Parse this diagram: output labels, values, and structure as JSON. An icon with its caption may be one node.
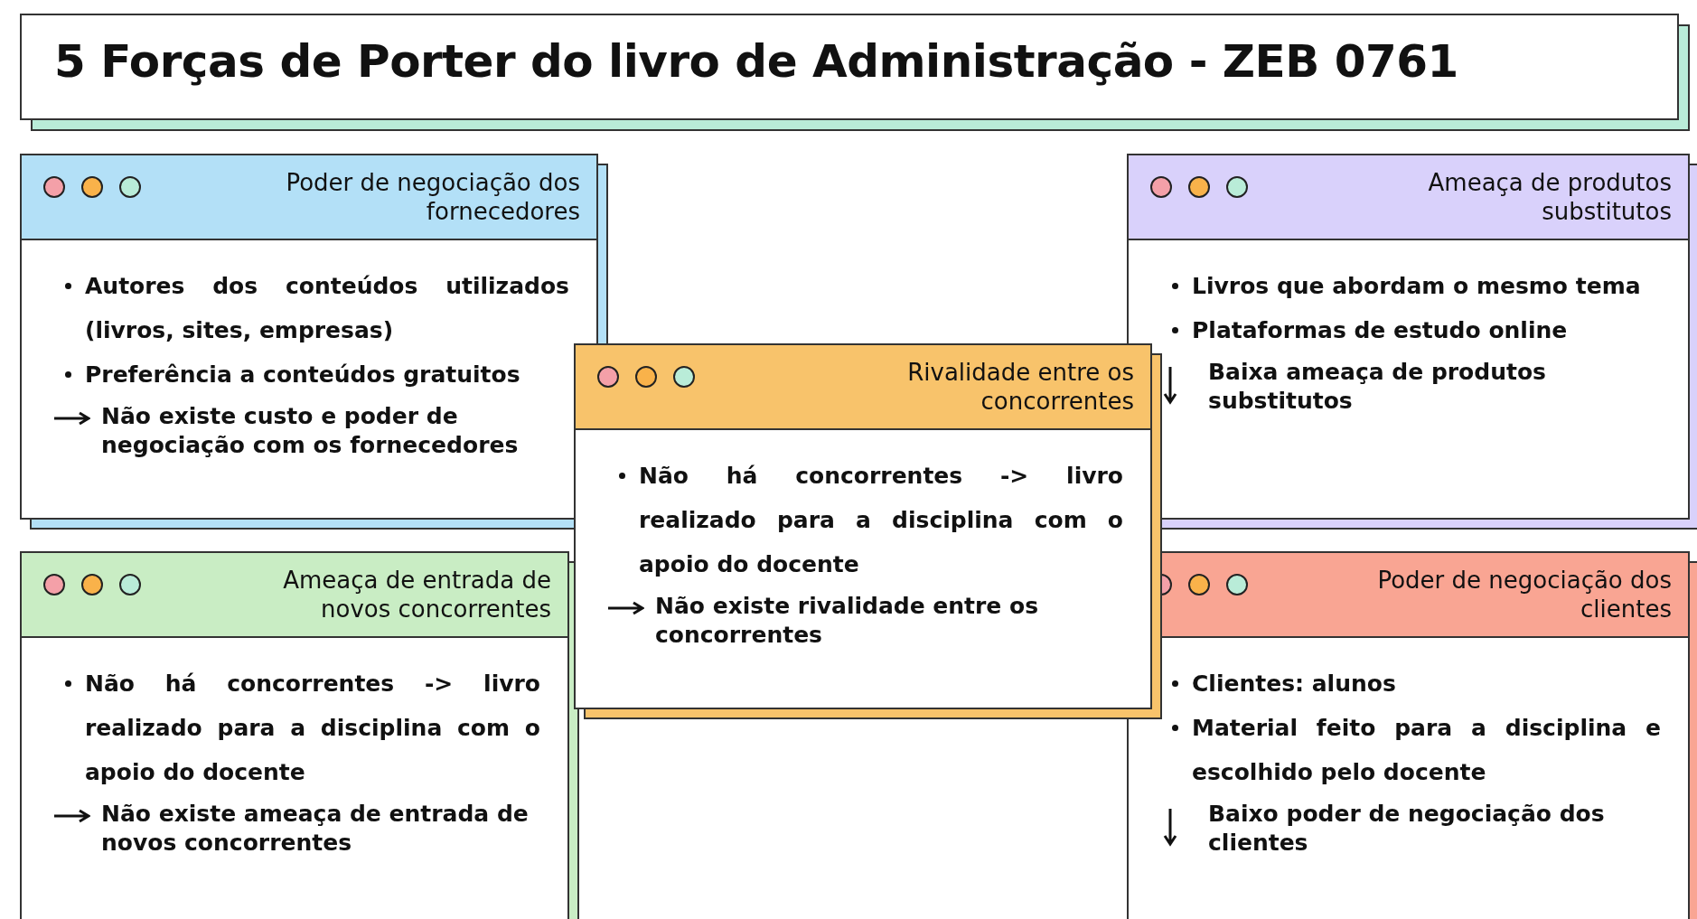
{
  "diagram": {
    "title": "5 Forças de Porter do livro de Administração - ZEB 0761",
    "nodes": [
      {
        "text": [
          "Poder de negociação dos fornecedores",
          "Autores dos conteúdos utilizados (livros, sites, empresas)",
          "Preferência a conteúdos gratuitos",
          "Não existe custo e poder de negociação com os fornecedores"
        ]
      },
      {
        "text": [
          "Ameaça de produtos substitutos",
          "Livros que abordam o mesmo tema",
          "Plataformas de estudo online",
          "Baixa ameaça de produtos substitutos"
        ]
      },
      {
        "text": [
          "Rivalidade entre os concorrentes",
          "Não há concorrentes -> livro realizado para a disciplina com o apoio do docente",
          "Não existe rivalidade entre os concorrentes"
        ]
      },
      {
        "text": [
          "Ameaça de entrada de novos concorrentes",
          "Não há concorrentes -> livro realizado para a disciplina com o apoio do docente",
          "Não existe ameaça de entrada de novos concorrentes"
        ]
      },
      {
        "text": [
          "Poder de negociação dos clientes",
          "Clientes: alunos",
          "Material feito para a disciplina e escolhido pelo docente",
          "Baixo poder de negociação dos clientes"
        ]
      }
    ]
  }
}
